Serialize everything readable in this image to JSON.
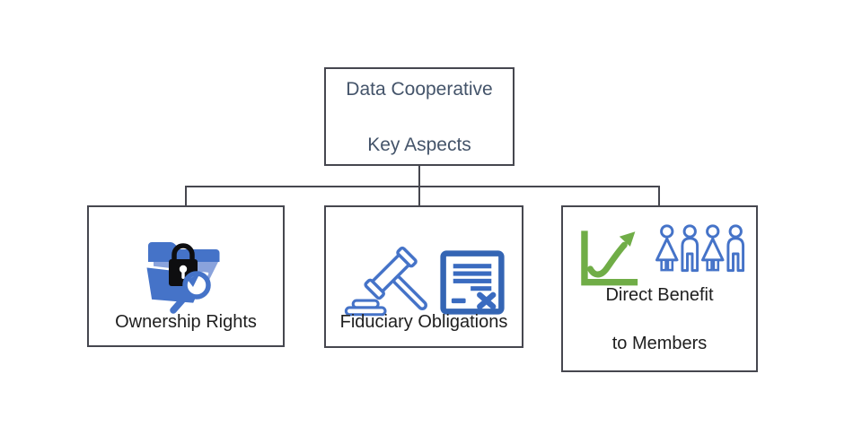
{
  "root": {
    "line1": "Data Cooperative",
    "line2": "Key Aspects"
  },
  "nodes": [
    {
      "id": "ownership-rights",
      "label": "Ownership Rights"
    },
    {
      "id": "fiduciary-obligations",
      "label": "Fiduciary Obligations"
    },
    {
      "id": "direct-benefit",
      "line1": "Direct Benefit",
      "line2": "to Members"
    }
  ],
  "icons": {
    "node1": [
      "locked-folder-search-icon"
    ],
    "node2": [
      "gavel-icon",
      "contract-document-icon"
    ],
    "node3": [
      "growth-chart-icon",
      "members-group-icon"
    ]
  },
  "colors": {
    "accent_blue": "#4573C8",
    "document_blue": "#3465B4",
    "accent_green": "#70AD47",
    "lock_black": "#0E0E10",
    "title_text": "#44546A",
    "label_text": "#1E1E1E",
    "line_gray": "#46474F"
  }
}
